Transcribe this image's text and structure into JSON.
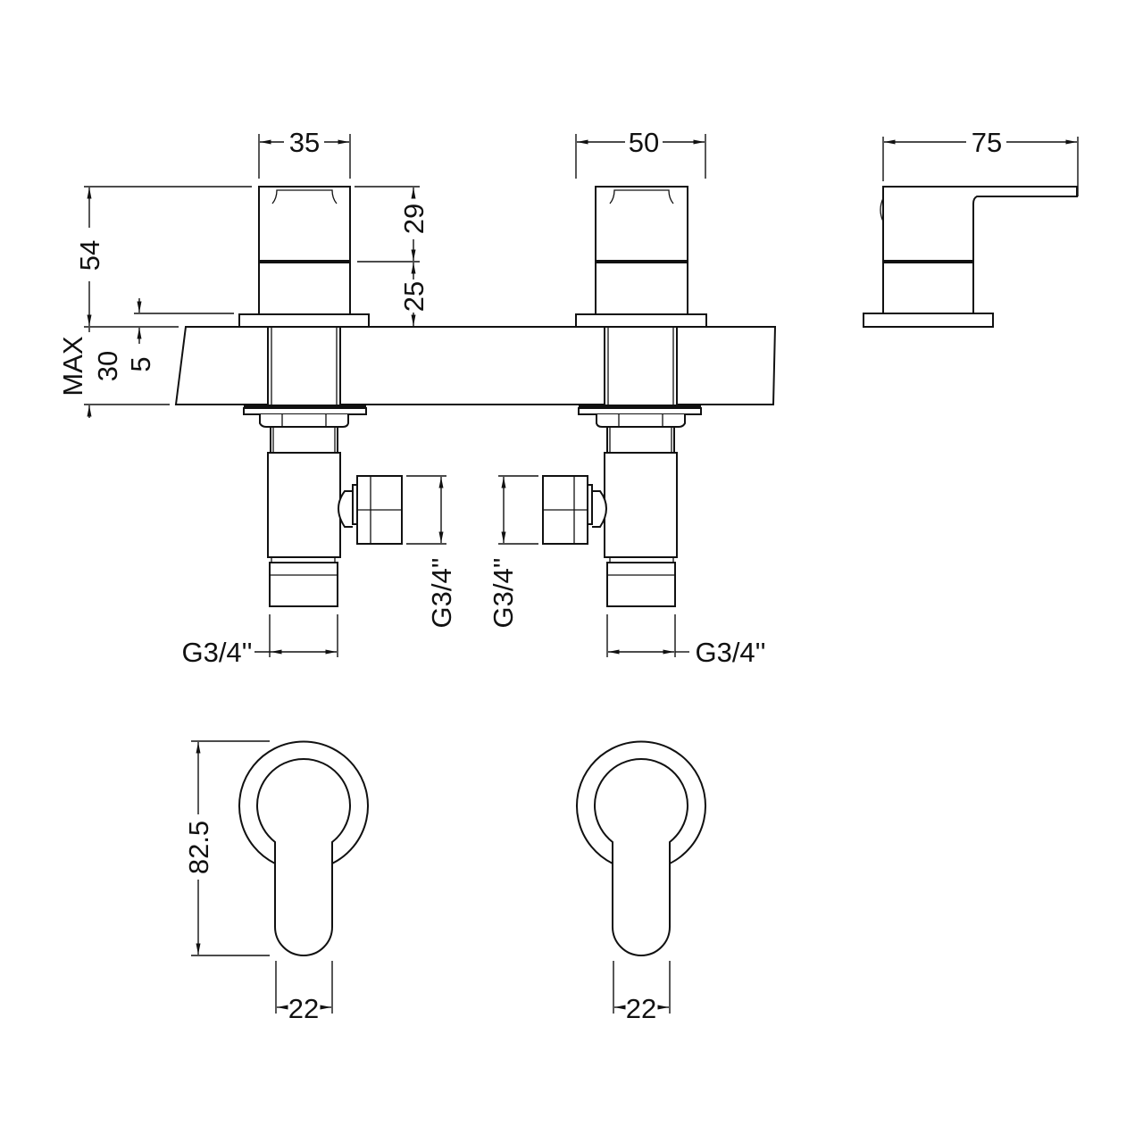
{
  "dimensions": {
    "front_width_left": "35",
    "front_width_right": "50",
    "side_depth": "75",
    "total_height": "54",
    "handle_height": "29",
    "body_height": "25",
    "max_label": "MAX",
    "max_thickness": "30",
    "base_plate": "5",
    "thread_left_bottom": "G3/4''",
    "thread_left_side": "G3/4''",
    "thread_right_side": "G3/4''",
    "thread_right_bottom": "G3/4''",
    "escutcheon_height": "82.5",
    "lever_width_left": "22",
    "lever_width_right": "22"
  },
  "colors": {
    "line": "#111111",
    "background": "#ffffff"
  }
}
